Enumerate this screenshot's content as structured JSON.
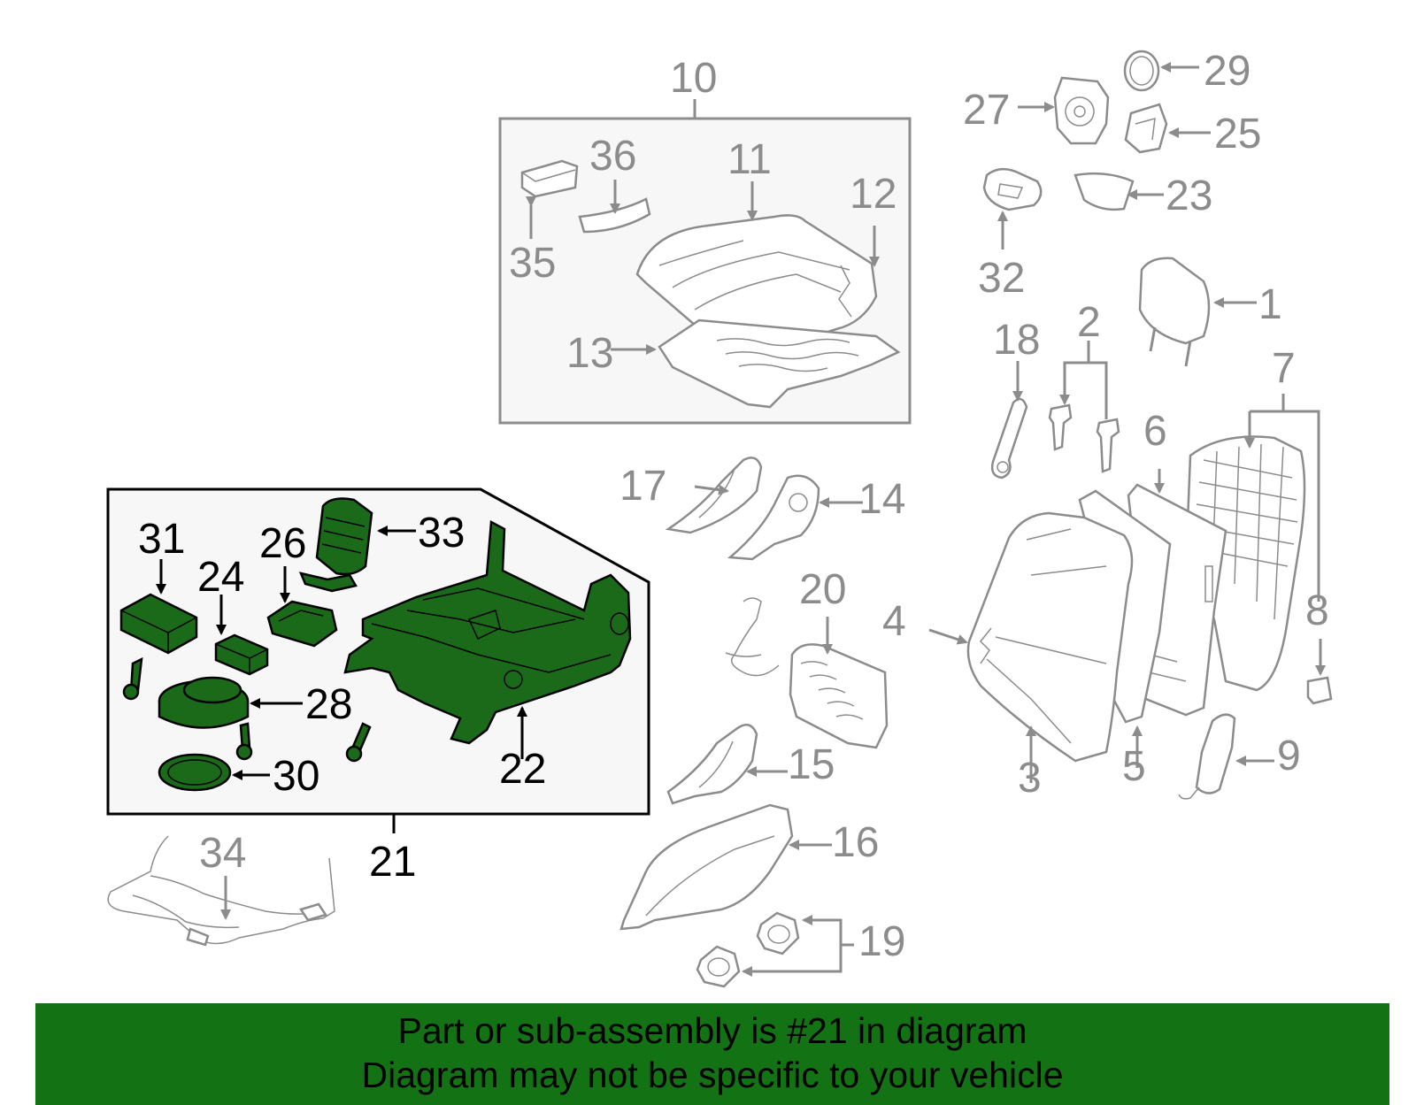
{
  "callouts": {
    "c1": "1",
    "c2": "2",
    "c3": "3",
    "c4": "4",
    "c5": "5",
    "c6": "6",
    "c7": "7",
    "c8": "8",
    "c9": "9",
    "c10": "10",
    "c11": "11",
    "c12": "12",
    "c13": "13",
    "c14": "14",
    "c15": "15",
    "c16": "16",
    "c17": "17",
    "c18": "18",
    "c19": "19",
    "c20": "20",
    "c21": "21",
    "c22": "22",
    "c23": "23",
    "c24": "24",
    "c25": "25",
    "c26": "26",
    "c27": "27",
    "c28": "28",
    "c29": "29",
    "c30": "30",
    "c31": "31",
    "c32": "32",
    "c33": "33",
    "c34": "34",
    "c35": "35",
    "c36": "36"
  },
  "banner": {
    "line1": "Part or sub-assembly is #21 in diagram",
    "line2": "Diagram may not be specific to your vehicle"
  },
  "colors": {
    "highlight": "#1a6a1a",
    "banner": "#137213",
    "grey_parts": "#8c8c8c",
    "panel_fill": "#f7f7f7"
  }
}
